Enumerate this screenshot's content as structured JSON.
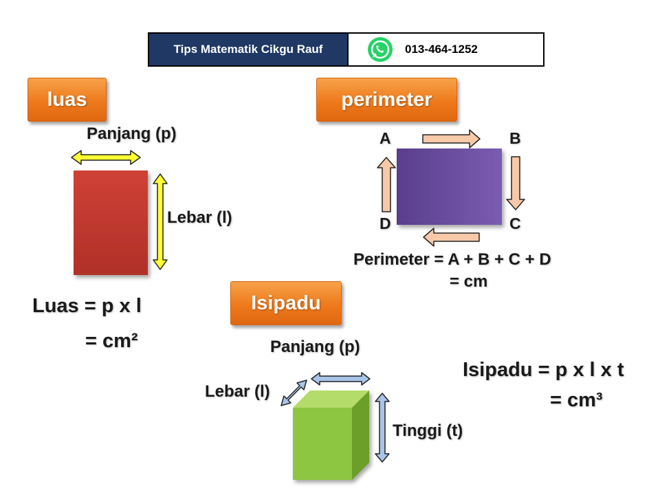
{
  "header": {
    "title": "Tips Matematik Cikgu Rauf",
    "phone": "013-464-1252",
    "icon": "whatsapp-icon"
  },
  "luas": {
    "label": "luas",
    "panjang_label": "Panjang (p)",
    "lebar_label": "Lebar (l)",
    "formula_line1": "Luas = p x l",
    "formula_line2": "= cm²",
    "colors": {
      "rectangle": "#c0392b",
      "arrow": "#ffff33"
    }
  },
  "perimeter": {
    "label": "perimeter",
    "corner_a": "A",
    "corner_b": "B",
    "corner_c": "C",
    "corner_d": "D",
    "formula_line1": "Perimeter = A + B + C + D",
    "formula_line2": "= cm",
    "colors": {
      "rectangle": "#6b4fa0",
      "arrow": "#f8c9a8"
    }
  },
  "isipadu": {
    "label": "Isipadu",
    "panjang_label": "Panjang (p)",
    "lebar_label": "Lebar (l)",
    "tinggi_label": "Tinggi (t)",
    "formula_line1": "Isipadu = p x l x t",
    "formula_line2": "= cm³",
    "colors": {
      "cube": "#8dc63f",
      "arrow": "#a9c4e8"
    }
  }
}
